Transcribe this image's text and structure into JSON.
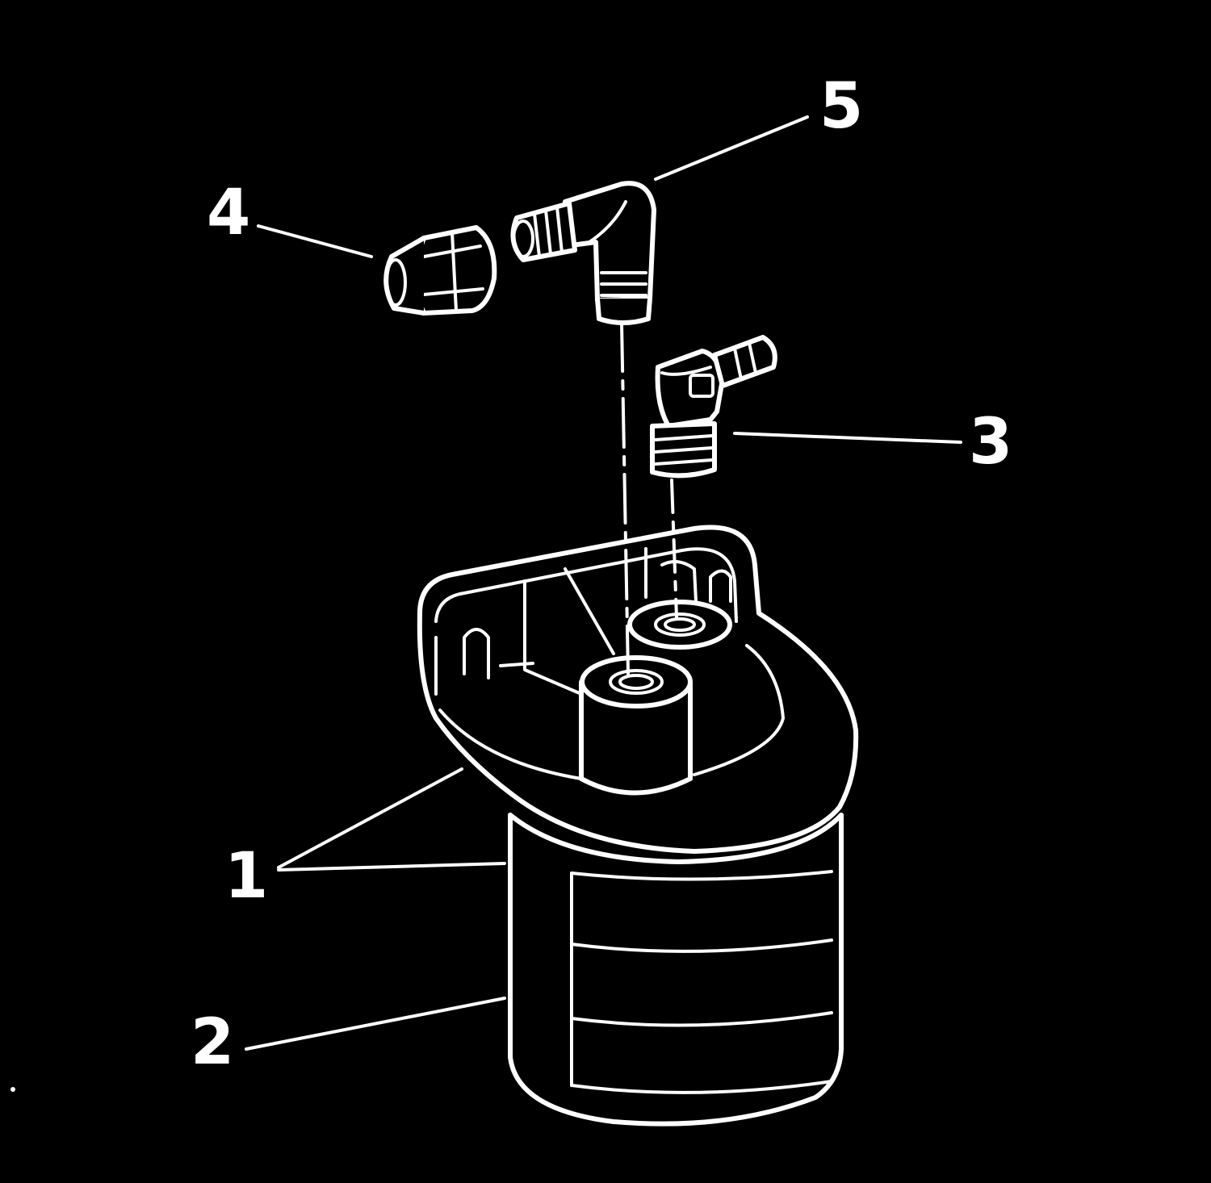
{
  "colors": {
    "background": "#000000",
    "stroke": "#ffffff"
  },
  "callouts": [
    {
      "id": "1",
      "label": "1"
    },
    {
      "id": "2",
      "label": "2"
    },
    {
      "id": "3",
      "label": "3"
    },
    {
      "id": "4",
      "label": "4"
    },
    {
      "id": "5",
      "label": "5"
    }
  ]
}
